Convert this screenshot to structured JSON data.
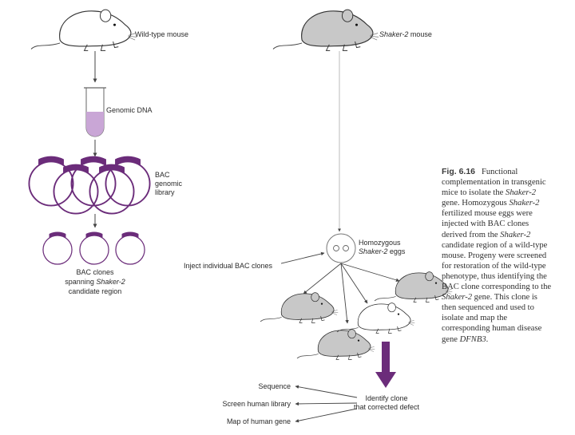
{
  "labels": {
    "wild_type_mouse": "Wild-type mouse",
    "shaker_mouse_italic": "Shaker-2",
    "shaker_mouse_rest": " mouse",
    "genomic_dna": "Genomic DNA",
    "bac_library": [
      "BAC",
      "genomic",
      "library"
    ],
    "bac_clones_line1": "BAC clones",
    "bac_clones_line2_plain": "spanning ",
    "bac_clones_line2_italic": "Shaker-2",
    "bac_clones_line3": "candidate region",
    "homozygous": "Homozygous",
    "shaker_eggs_italic": "Shaker-2",
    "shaker_eggs_rest": " eggs",
    "inject": "Inject individual BAC clones",
    "sequence": "Sequence",
    "screen_library": "Screen human library",
    "map_gene": "Map of human gene",
    "identify_line1": "Identify clone",
    "identify_line2": "that corrected defect"
  },
  "caption": {
    "fig_label": "Fig. 6.16",
    "parts": [
      "Functional complementation in transgenic mice to isolate the ",
      "Shaker-2",
      " gene. Homozygous ",
      "Shaker-2",
      " fertilized mouse eggs were injected with BAC clones derived from the ",
      "Shaker-2",
      " candidate region of a wild-type mouse. Progeny were screened for restoration of the wild-type phenotype, thus identifying the BAC clone corresponding to the ",
      "Shaker-2",
      " gene. This clone is then sequenced and used to isolate and map the corresponding human disease gene ",
      "DFNB3",
      "."
    ]
  },
  "colors": {
    "accent_purple": "#6b2c7a",
    "liquid_lavender": "#c9a6d6",
    "wild_mouse_fill": "#ffffff",
    "shaker_mouse_fill": "#c8c8c8",
    "line_gray": "#555555"
  }
}
